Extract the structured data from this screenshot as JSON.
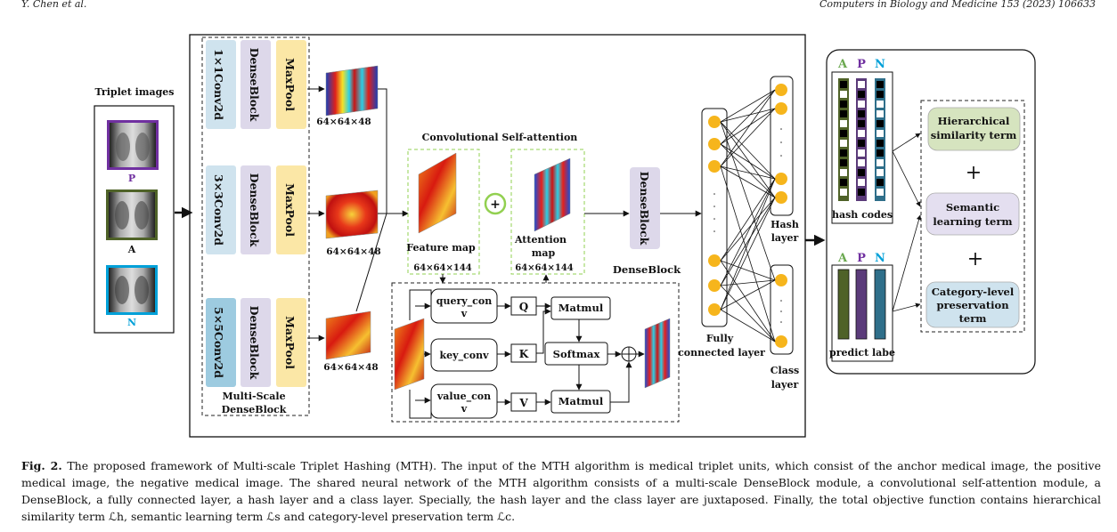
{
  "header": {
    "authors": "Y. Chen et al.",
    "journal": "Computers in Biology and Medicine 153 (2023) 106633"
  },
  "triplet": {
    "title": "Triplet images",
    "p_label": "P",
    "a_label": "A",
    "n_label": "N"
  },
  "multiscale": {
    "rows": [
      {
        "conv": "1×1Conv2d",
        "dense": "DenseBlock",
        "pool": "MaxPool",
        "size": "64×64×48"
      },
      {
        "conv": "3×3Conv2d",
        "dense": "DenseBlock",
        "pool": "MaxPool",
        "size": "64×64×48"
      },
      {
        "conv": "5×5Conv2d",
        "dense": "DenseBlock",
        "pool": "MaxPool",
        "size": "64×64×48"
      }
    ],
    "label_line1": "Multi-Scale",
    "label_line2": "DenseBlock"
  },
  "attention": {
    "title": "Convolutional Self-attention",
    "feature_map": "Feature map",
    "feature_size": "64×64×144",
    "attention_map_1": "Attention",
    "attention_map_2": "map",
    "attention_size": "64×64×144",
    "plus": "+",
    "query_1": "query_con",
    "query_2": "v",
    "key": "key_conv",
    "value_1": "value_con",
    "value_2": "v",
    "q": "Q",
    "k": "K",
    "v": "V",
    "matmul_top": "Matmul",
    "softmax": "Softmax",
    "matmul_bottom": "Matmul"
  },
  "denseblock": {
    "box_label": "DenseBlock",
    "caption": "DenseBlock"
  },
  "fc": {
    "label_1": "Fully",
    "label_2": "connected layer"
  },
  "hash_layer": {
    "label_1": "Hash",
    "label_2": "layer"
  },
  "class_layer": {
    "label_1": "Class",
    "label_2": "layer"
  },
  "right_panel": {
    "a": "A",
    "p": "P",
    "n": "N",
    "hash_codes": "hash codes",
    "predict_label": "predict labe",
    "term1_1": "Hierarchical",
    "term1_2": "similarity term",
    "term2_1": "Semantic",
    "term2_2": "learning term",
    "term3_1": "Category-level",
    "term3_2": "preservation",
    "term3_3": "term",
    "plus": "+"
  },
  "colors": {
    "conv_blue": "#cfe3ee",
    "conv5_blue": "#9dcbe0",
    "dense_purple": "#ddd8ea",
    "pool_yellow": "#fbe7a6",
    "term_green": "#d6e4bf",
    "term_purple": "#e4dff0",
    "term_blue": "#cfe3ee",
    "node_orange": "#f6b51c",
    "p_purple": "#7030a0",
    "a_green": "#4f6228",
    "n_blue": "#00a0d8",
    "dash_green": "#92d050"
  },
  "caption": {
    "fig": "Fig. 2.",
    "text": "The proposed framework of Multi-scale Triplet Hashing (MTH). The input of the MTH algorithm is medical triplet units, which consist of the anchor medical image, the positive medical image, the negative medical image. The shared neural network of the MTH algorithm consists of a multi-scale DenseBlock module, a convolutional self-attention module, a DenseBlock, a fully connected layer, a hash layer and a class layer. Specially, the hash layer and the class layer are juxtaposed. Finally, the total objective function contains hierarchical similarity term ℒh, semantic learning term ℒs and category-level preservation term ℒc."
  }
}
